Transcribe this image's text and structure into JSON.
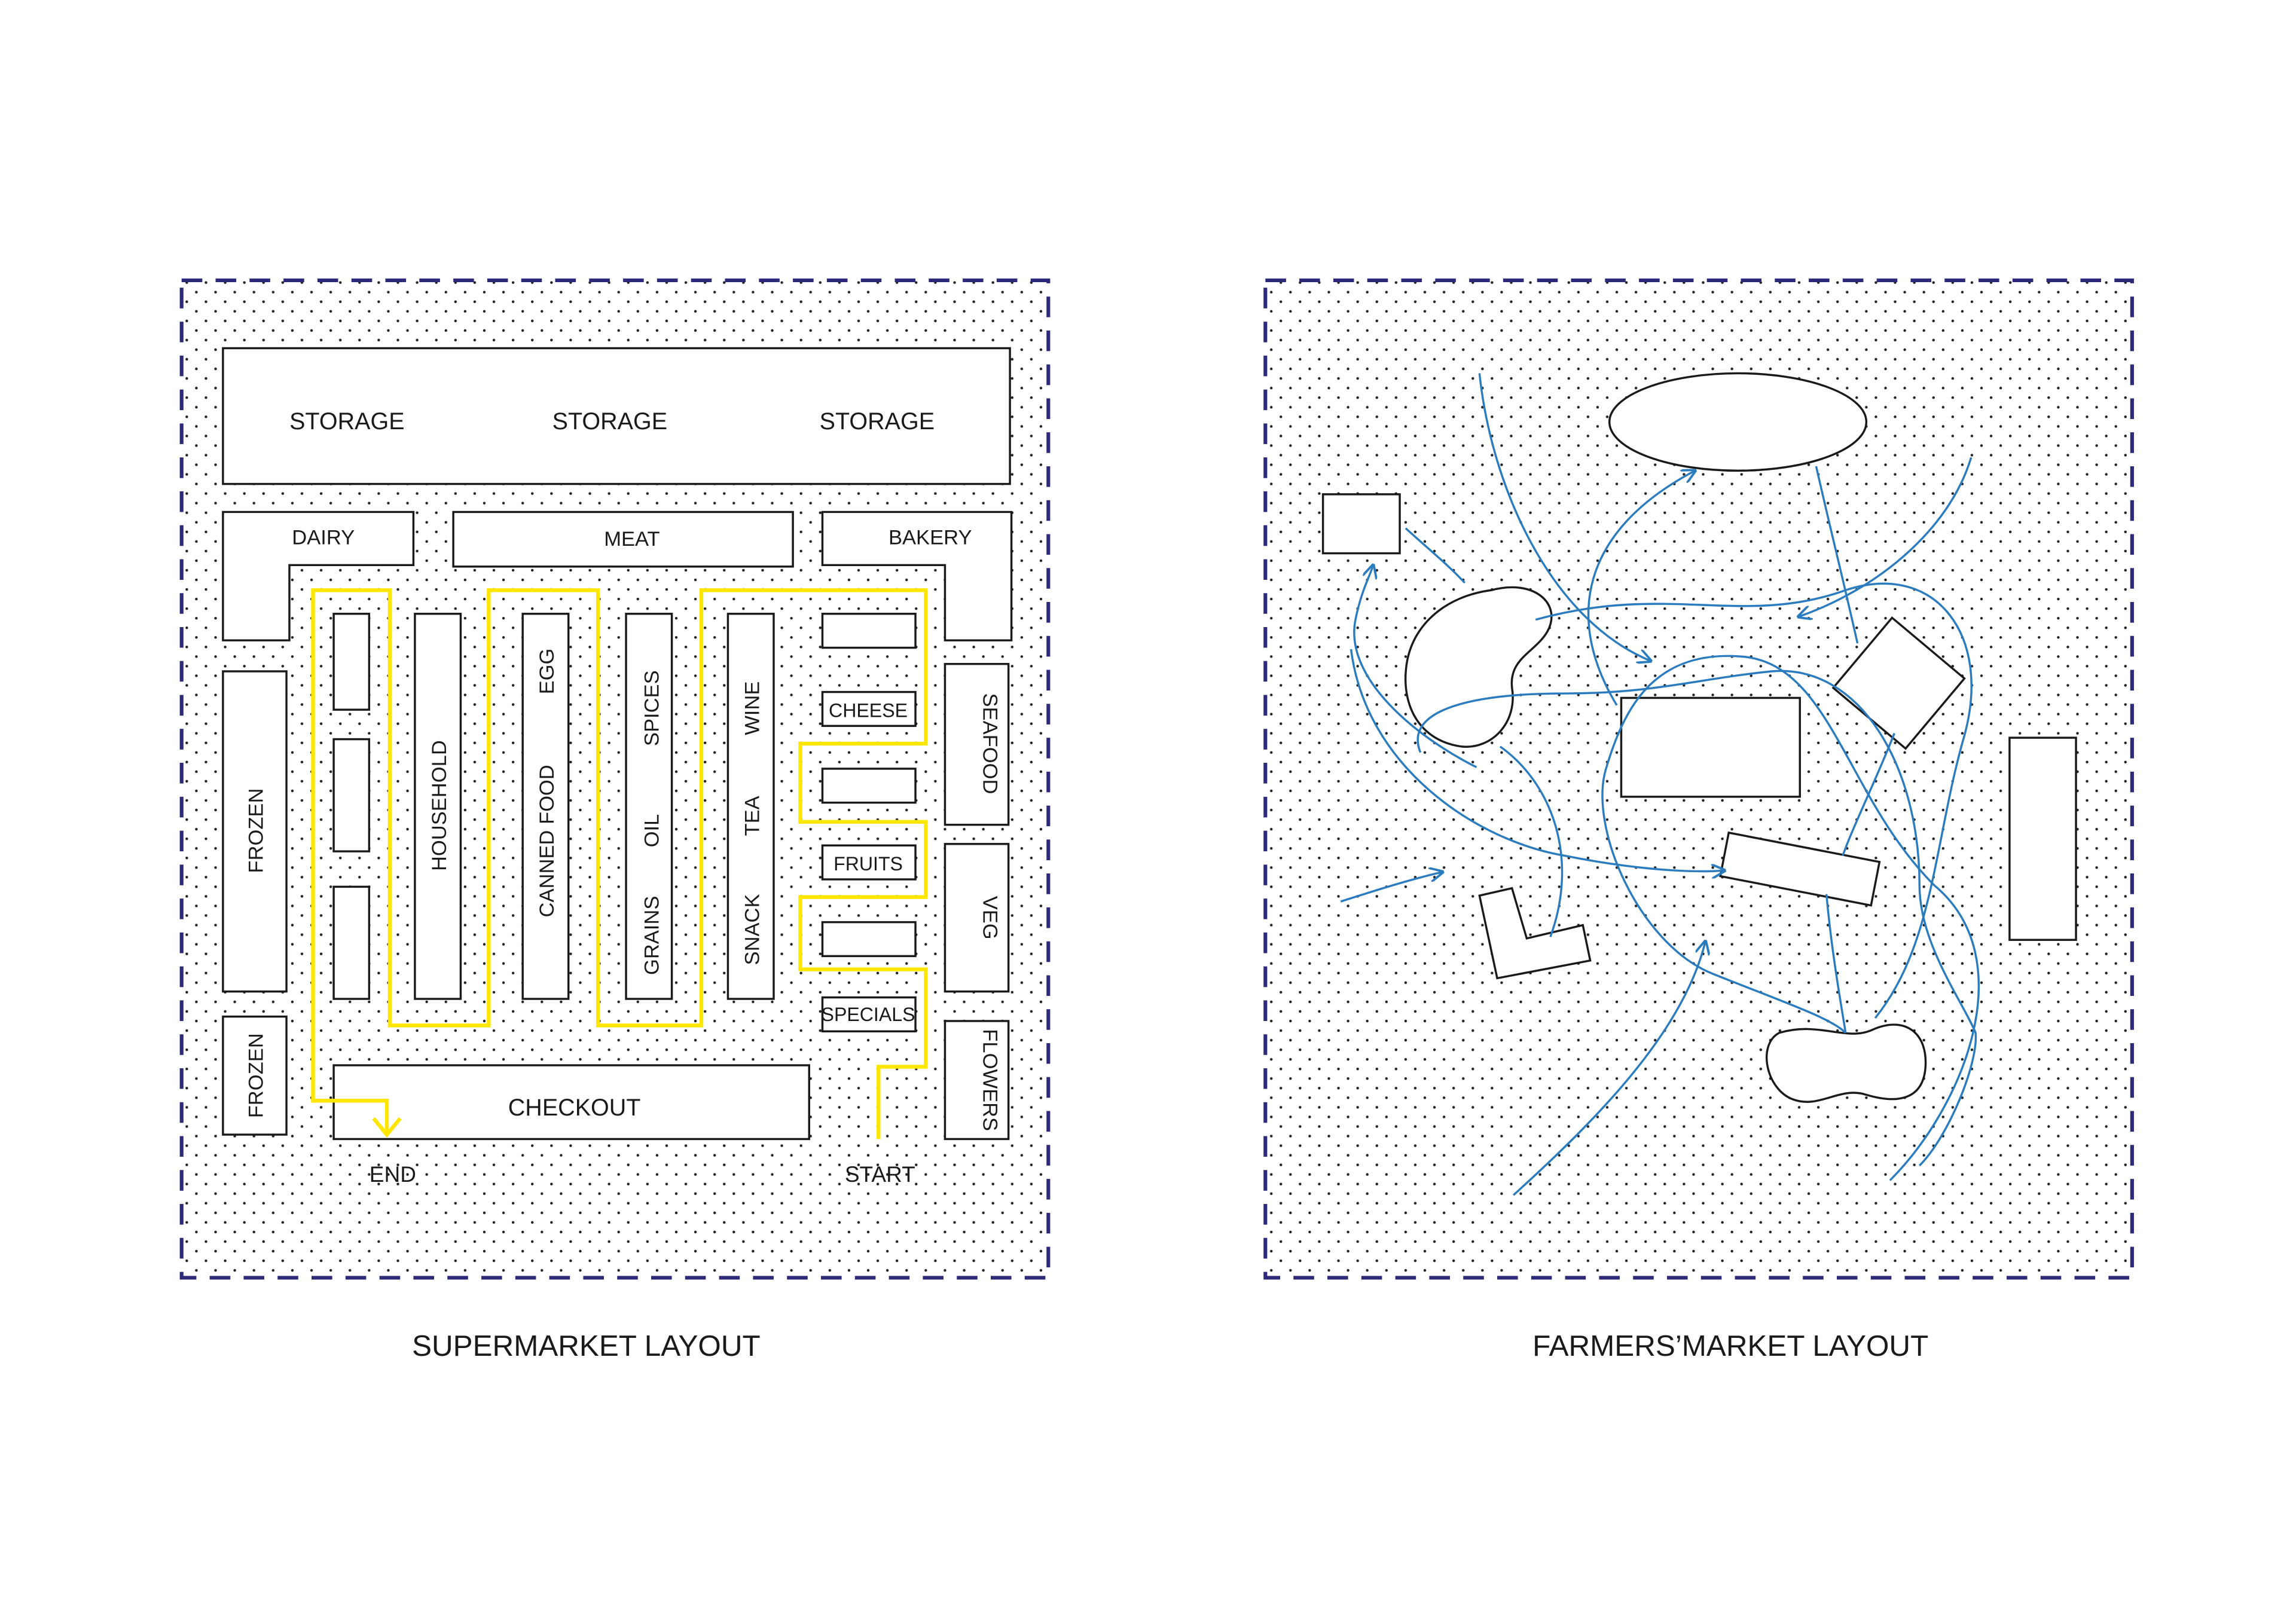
{
  "colors": {
    "background": "#ffffff",
    "frame_dash": "#2d2a7a",
    "dot": "#222222",
    "outline": "#1a1a1a",
    "path_yellow": "#ffe600",
    "flow_blue": "#2b7bbf"
  },
  "supermarket": {
    "title": "SUPERMARKET LAYOUT",
    "storage_labels": [
      "STORAGE",
      "STORAGE",
      "STORAGE"
    ],
    "dairy": "DAIRY",
    "meat": "MEAT",
    "bakery": "BAKERY",
    "frozen_1": "FROZEN",
    "frozen_2": "FROZEN",
    "household": "HOUSEHOLD",
    "canned_food": "CANNED FOOD",
    "egg": "EGG",
    "grains": "GRAINS",
    "oil": "OIL",
    "spices": "SPICES",
    "snack": "SNACK",
    "tea": "TEA",
    "wine": "WINE",
    "cheese": "CHEESE",
    "fruits": "FRUITS",
    "specials": "SPECIALS",
    "seafood": "SEAFOOD",
    "veg": "VEG",
    "flowers": "FLOWERS",
    "checkout": "CHECKOUT",
    "end": "END",
    "start": "START"
  },
  "farmers_market": {
    "title": "FARMERS’MARKET LAYOUT"
  }
}
